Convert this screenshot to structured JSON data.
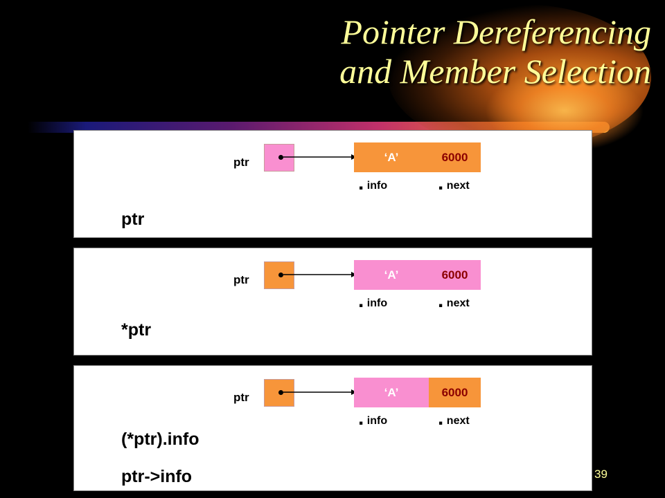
{
  "slide": {
    "title_line1": "Pointer Dereferencing",
    "title_line2": "and Member Selection",
    "page_number": "39"
  },
  "colors": {
    "background": "#000000",
    "title": "#ffff99",
    "orange": "#f7953a",
    "pink": "#f98fd0",
    "next_text": "#8b0000"
  },
  "panels": [
    {
      "ptr_label": "ptr",
      "node_info": "‘A’",
      "node_next": "6000",
      "field_info": "info",
      "field_next": "next",
      "expressions": [
        "ptr"
      ],
      "highlight": "ptr"
    },
    {
      "ptr_label": "ptr",
      "node_info": "‘A’",
      "node_next": "6000",
      "field_info": "info",
      "field_next": "next",
      "expressions": [
        "*ptr"
      ],
      "highlight": "node"
    },
    {
      "ptr_label": "ptr",
      "node_info": "‘A’",
      "node_next": "6000",
      "field_info": "info",
      "field_next": "next",
      "expressions": [
        "(*ptr).info",
        "ptr->info"
      ],
      "highlight": "info"
    }
  ]
}
